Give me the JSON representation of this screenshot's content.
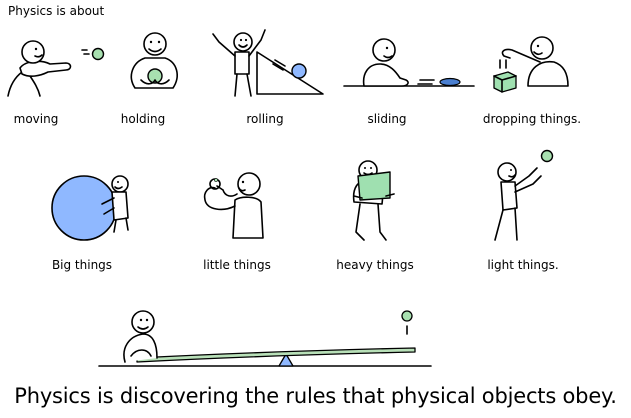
{
  "intro": "Physics is about",
  "conclusion": "Physics is discovering the rules that physical objects obey.",
  "colors": {
    "ball_green": "#a8e0b0",
    "ball_blue": "#8fb8ff",
    "box_green": "#9fe0b0",
    "puck_blue": "#4a7fd0",
    "plank_green": "#b8e0b8",
    "fulcrum_blue": "#8fb8ff"
  },
  "labels": {
    "moving": "moving",
    "holding": "holding",
    "rolling": "rolling",
    "sliding": "sliding",
    "dropping": "dropping things.",
    "big": "Big things",
    "little": "little things",
    "heavy": "heavy things",
    "light": "light things."
  }
}
